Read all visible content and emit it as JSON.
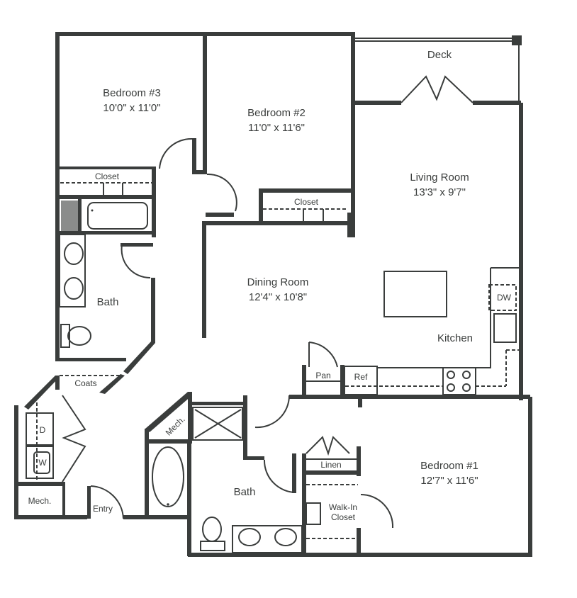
{
  "floor_plan": {
    "rooms": [
      {
        "id": "bedroom3",
        "name": "Bedroom #3",
        "dimensions": "10'0\" x 11'0\""
      },
      {
        "id": "bedroom2",
        "name": "Bedroom #2",
        "dimensions": "11'0\" x 11'6\""
      },
      {
        "id": "deck",
        "name": "Deck"
      },
      {
        "id": "living",
        "name": "Living Room",
        "dimensions": "13'3\" x 9'7\""
      },
      {
        "id": "dining",
        "name": "Dining Room",
        "dimensions": "12'4\" x 10'8\""
      },
      {
        "id": "kitchen",
        "name": "Kitchen"
      },
      {
        "id": "bedroom1",
        "name": "Bedroom #1",
        "dimensions": "12'7\" x 11'6\""
      },
      {
        "id": "bath_hall",
        "name": "Bath"
      },
      {
        "id": "bath_master",
        "name": "Bath"
      }
    ],
    "labels": {
      "closet_b3": "Closet",
      "closet_b2": "Closet",
      "coats": "Coats",
      "dryer": "D",
      "washer": "W",
      "mech_left": "Mech.",
      "mech_bath": "Mech.",
      "entry": "Entry",
      "pantry": "Pan",
      "fridge": "Ref",
      "dishwasher": "DW",
      "linen": "Linen",
      "walkin_line1": "Walk-In",
      "walkin_line2": "Closet"
    },
    "colors": {
      "wall": "#3a3d3c",
      "background": "#ffffff",
      "shaded": "#8a8c8b"
    }
  }
}
